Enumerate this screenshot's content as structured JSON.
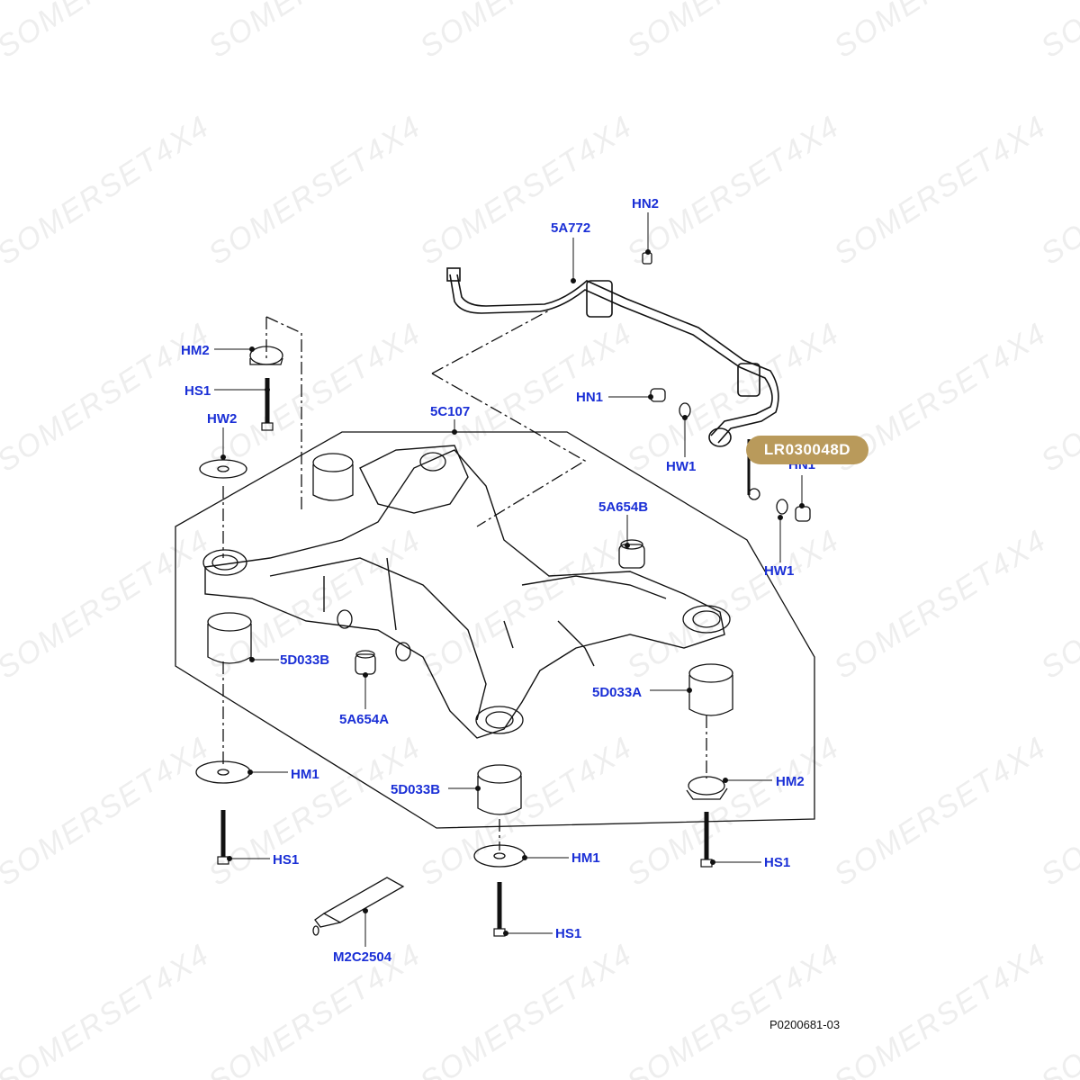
{
  "watermark": "SOMERSET4X4",
  "highlight": {
    "label": "LR030048D",
    "color": "#b99a5b"
  },
  "figure_code": "P0200681-03",
  "callouts": {
    "hn2": "HN2",
    "c5a772": "5A772",
    "hn1_top": "HN1",
    "hw1_mid": "HW1",
    "hn1_right": "HN1",
    "hw1_right": "HW1",
    "hm2_left": "HM2",
    "hs1_left": "HS1",
    "hw2": "HW2",
    "c5c107": "5C107",
    "c5a654b": "5A654B",
    "c5d033b_left": "5D033B",
    "c5a654a": "5A654A",
    "c5d033a": "5D033A",
    "hm1_left": "HM1",
    "c5d033b_bottom": "5D033B",
    "hm2_right": "HM2",
    "hs1_lower_left": "HS1",
    "hs1_right": "HS1",
    "hm1_bottom": "HM1",
    "hs1_bottom": "HS1",
    "m2c2504": "M2C2504"
  },
  "colors": {
    "callout_text": "#1a2fd6",
    "line": "#111111",
    "watermark": "#eeeeee"
  }
}
